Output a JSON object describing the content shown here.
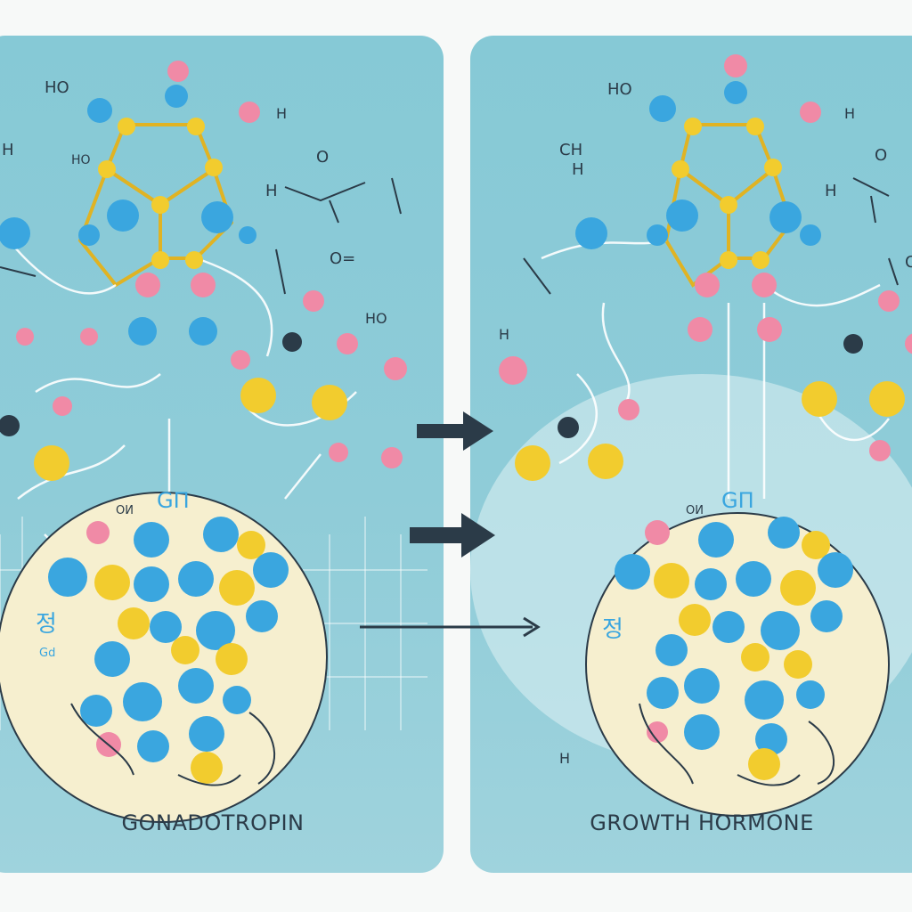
{
  "left_panel": {
    "caption": "GONADOTROPIN",
    "circle_label": "GП",
    "circle_small_label": "ОИ",
    "formula_labels": [
      "HO",
      "H",
      "H",
      "HO",
      "O",
      "H",
      "O=",
      "HO"
    ],
    "script_label": "정",
    "script_label_2": "Gd"
  },
  "right_panel": {
    "caption": "GROWTH HORMONE",
    "circle_label": "GП",
    "circle_small_label": "ОИ",
    "formula_labels": [
      "HO",
      "CH",
      "H",
      "H",
      "O",
      "H",
      "O",
      "H",
      "H"
    ],
    "script_label": "정"
  },
  "colors": {
    "panel": "#8fccd8",
    "atom_blue": "#3aa6df",
    "atom_yellow": "#f2cc2e",
    "atom_pink": "#f08aa6",
    "circle_fill": "#f6efcf",
    "arrow": "#2b3b48"
  }
}
